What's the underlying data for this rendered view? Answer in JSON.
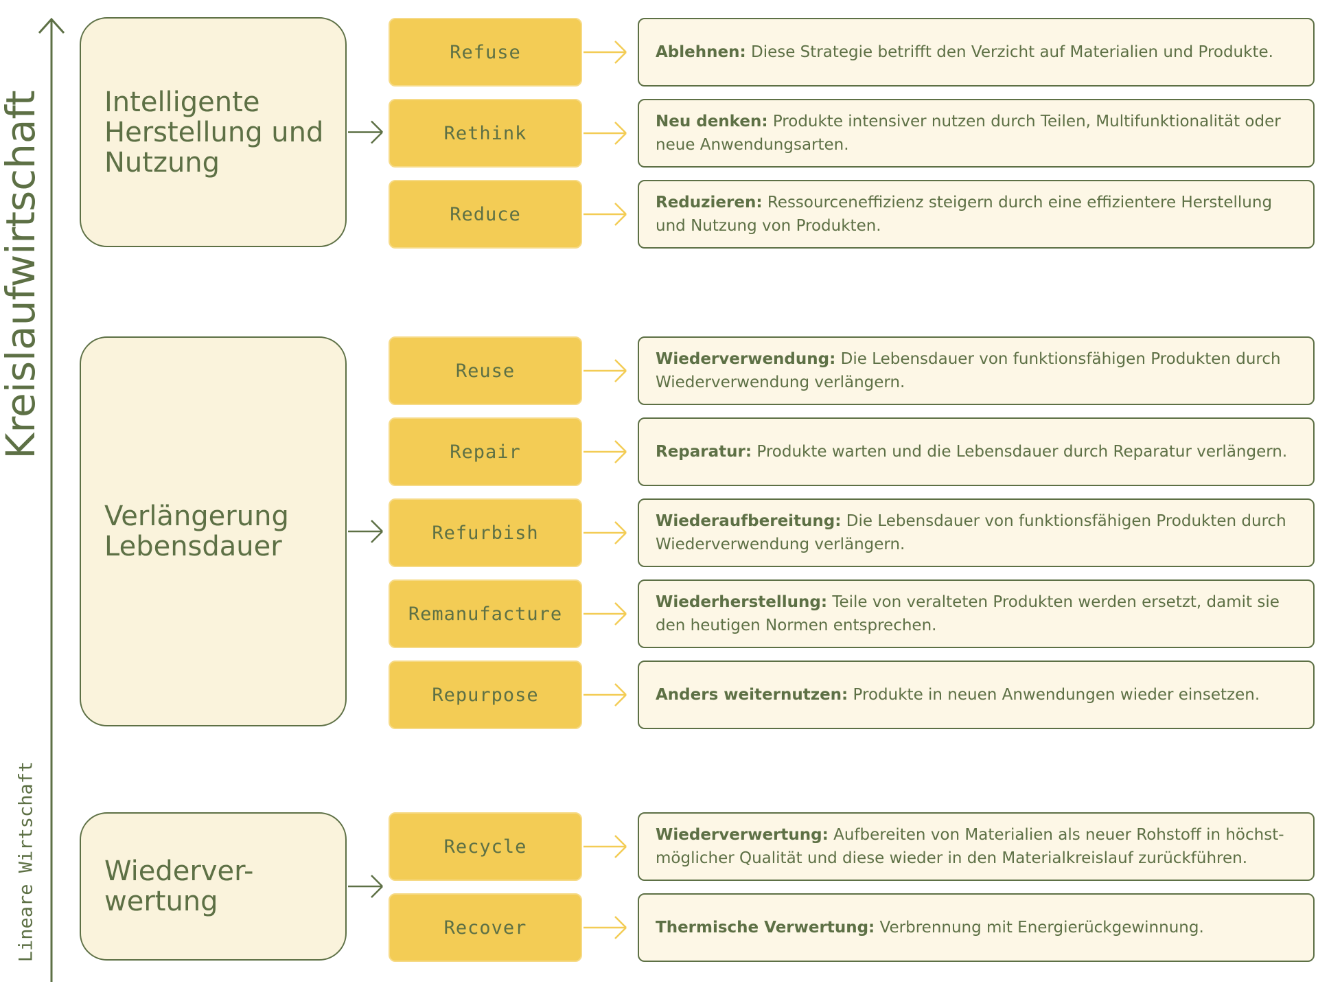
{
  "axis": {
    "top_label": "Kreislaufwirtschaft",
    "bottom_label": "Lineare Wirtschaft"
  },
  "colors": {
    "green": "#5d7045",
    "strategy_fill": "#f3cc55",
    "group_fill": "#faf3dc",
    "desc_fill": "#fdf7e6",
    "yellow_arrow": "#f3cc55"
  },
  "groups": [
    {
      "title": "Intelligente\nHerstellung und\nNutzung",
      "items": [
        {
          "strategy": "Refuse",
          "term": "Ablehnen:",
          "text": " Diese Strategie betrifft den Verzicht auf Materialien und Produkte."
        },
        {
          "strategy": "Rethink",
          "term": "Neu denken:",
          "text": " Produkte intensiver nutzen durch Teilen, Multifunktionalität oder neue Anwendungsarten."
        },
        {
          "strategy": "Reduce",
          "term": "Reduzieren:",
          "text": " Ressourceneffizienz steigern durch eine effizientere Herstellung und Nutzung von Produkten."
        }
      ]
    },
    {
      "title": "Verlängerung\nLebensdauer",
      "items": [
        {
          "strategy": "Reuse",
          "term": "Wiederverwendung:",
          "text": " Die Lebensdauer von funktionsfähigen Produkten durch Wiederverwendung verlängern."
        },
        {
          "strategy": "Repair",
          "term": "Reparatur:",
          "text": " Produkte warten und die Lebensdauer durch Reparatur verlängern."
        },
        {
          "strategy": "Refurbish",
          "term": "Wiederaufbereitung:",
          "text": " Die Lebensdauer von funktionsfähigen Produkten durch Wiederverwendung verlängern."
        },
        {
          "strategy": "Remanufacture",
          "term": "Wiederherstellung:",
          "text": " Teile von veralteten Produkten werden ersetzt, damit sie den heutigen Normen entsprechen."
        },
        {
          "strategy": "Repurpose",
          "term": "Anders weiternutzen:",
          "text": " Produkte in neuen Anwendungen wieder einsetzen."
        }
      ]
    },
    {
      "title": "Wiederver-\nwertung",
      "items": [
        {
          "strategy": "Recycle",
          "term": "Wiederverwertung:",
          "text": " Aufbereiten von Materialien als neuer Rohstoff in höchst-möglicher Qualität und diese wieder in den Materialkreislauf zurückführen."
        },
        {
          "strategy": "Recover",
          "term": "Thermische Verwertung:",
          "text": " Verbrennung mit Energierückgewinnung."
        }
      ]
    }
  ]
}
